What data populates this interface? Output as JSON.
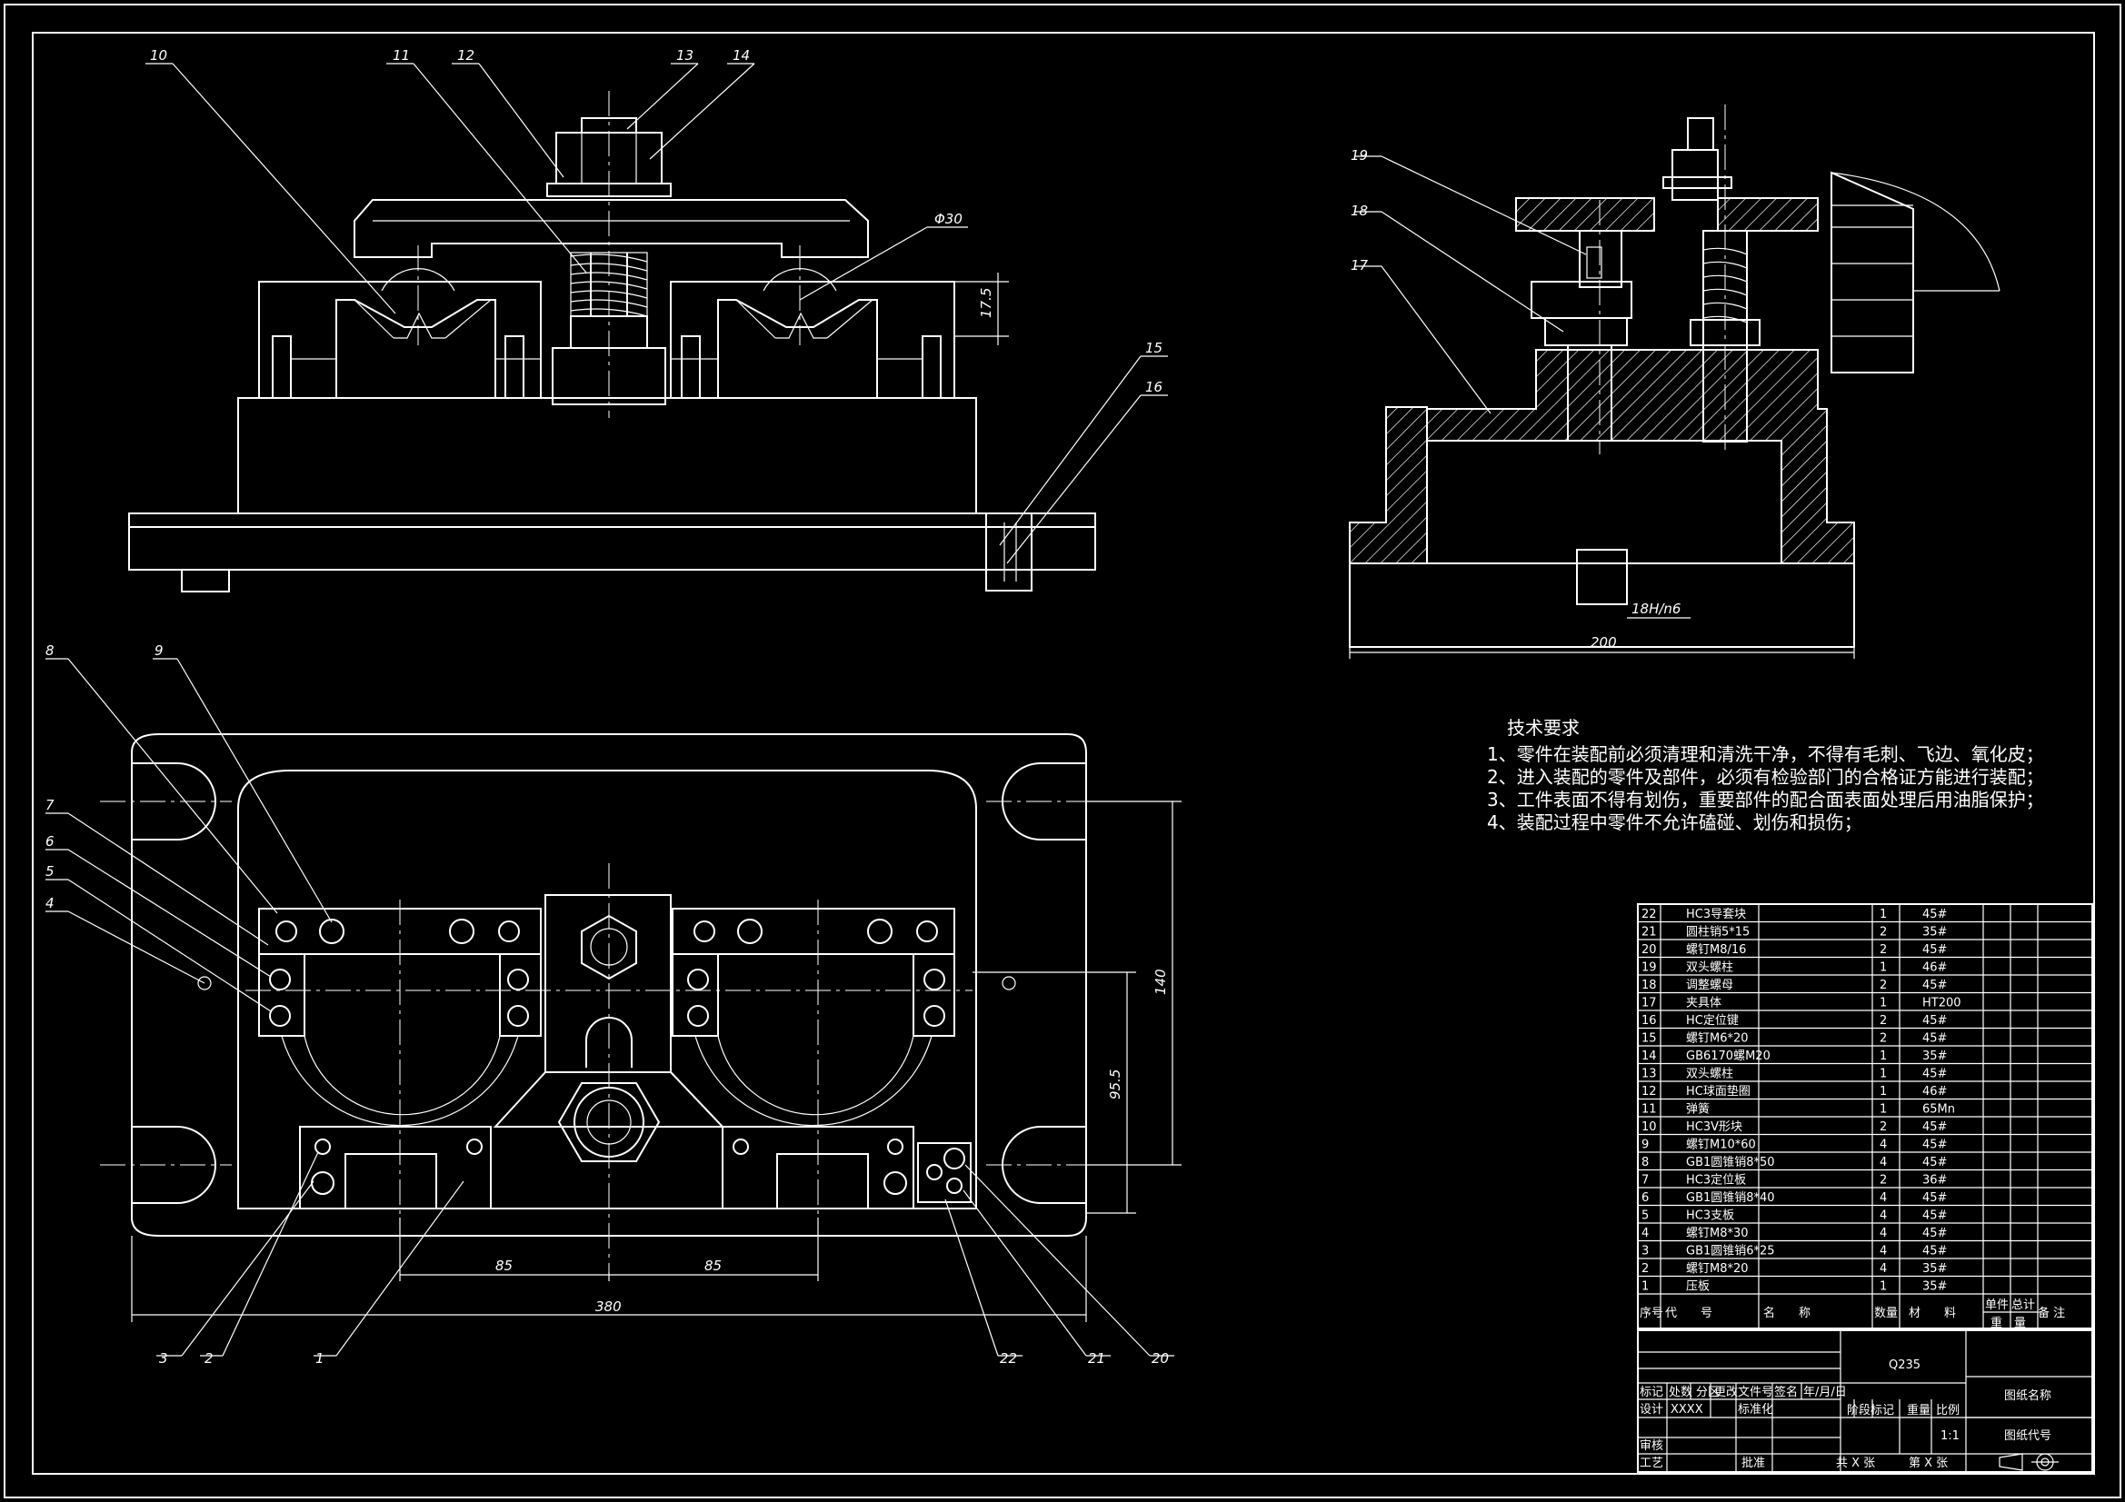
{
  "balloons": [
    {
      "n": "1"
    },
    {
      "n": "2"
    },
    {
      "n": "3"
    },
    {
      "n": "4"
    },
    {
      "n": "5"
    },
    {
      "n": "6"
    },
    {
      "n": "7"
    },
    {
      "n": "8"
    },
    {
      "n": "9"
    },
    {
      "n": "10"
    },
    {
      "n": "11"
    },
    {
      "n": "12"
    },
    {
      "n": "13"
    },
    {
      "n": "14"
    },
    {
      "n": "15"
    },
    {
      "n": "16"
    },
    {
      "n": "17"
    },
    {
      "n": "18"
    },
    {
      "n": "19"
    },
    {
      "n": "20"
    },
    {
      "n": "21"
    },
    {
      "n": "22"
    }
  ],
  "dimensions": {
    "d_phi30": "Φ30",
    "d_17_5": "17.5",
    "d_140": "140",
    "d_95_5": "95.5",
    "d_85a": "85",
    "d_85b": "85",
    "d_380": "380",
    "d_18h": "18H/n6",
    "d_200": "200"
  },
  "requirements": {
    "title": "技术要求",
    "items": [
      "1、零件在装配前必须清理和清洗干净，不得有毛刺、飞边、氧化皮；",
      "2、进入装配的零件及部件，必须有检验部门的合格证方能进行装配；",
      "3、工件表面不得有划伤，重要部件的配合面表面处理后用油脂保护；",
      "4、装配过程中零件不允许磕碰、划伤和损伤；"
    ]
  },
  "bom": {
    "rows": [
      {
        "no": "22",
        "name": "HC3导套块",
        "qty": "1",
        "mat": "45#"
      },
      {
        "no": "21",
        "name": "圆柱销5*15",
        "qty": "2",
        "mat": "35#"
      },
      {
        "no": "20",
        "name": "螺钉M8/16",
        "qty": "2",
        "mat": "45#"
      },
      {
        "no": "19",
        "name": "双头螺柱",
        "qty": "1",
        "mat": "46#"
      },
      {
        "no": "18",
        "name": "调整螺母",
        "qty": "2",
        "mat": "45#"
      },
      {
        "no": "17",
        "name": "夹具体",
        "qty": "1",
        "mat": "HT200"
      },
      {
        "no": "16",
        "name": "HC定位键",
        "qty": "2",
        "mat": "45#"
      },
      {
        "no": "15",
        "name": "螺钉M6*20",
        "qty": "2",
        "mat": "45#"
      },
      {
        "no": "14",
        "name": "GB6170螺M20",
        "qty": "1",
        "mat": "35#"
      },
      {
        "no": "13",
        "name": "双头螺柱",
        "qty": "1",
        "mat": "45#"
      },
      {
        "no": "12",
        "name": "HC球面垫圈",
        "qty": "1",
        "mat": "46#"
      },
      {
        "no": "11",
        "name": "弹簧",
        "qty": "1",
        "mat": "65Mn"
      },
      {
        "no": "10",
        "name": "HC3V形块",
        "qty": "2",
        "mat": "45#"
      },
      {
        "no": "9",
        "name": "螺钉M10*60",
        "qty": "4",
        "mat": "45#"
      },
      {
        "no": "8",
        "name": "GB1圆锥销8*50",
        "qty": "4",
        "mat": "45#"
      },
      {
        "no": "7",
        "name": "HC3定位板",
        "qty": "2",
        "mat": "36#"
      },
      {
        "no": "6",
        "name": "GB1圆锥销8*40",
        "qty": "4",
        "mat": "45#"
      },
      {
        "no": "5",
        "name": "HC3支板",
        "qty": "4",
        "mat": "45#"
      },
      {
        "no": "4",
        "name": "螺钉M8*30",
        "qty": "4",
        "mat": "45#"
      },
      {
        "no": "3",
        "name": "GB1圆锥销6*25",
        "qty": "4",
        "mat": "45#"
      },
      {
        "no": "2",
        "name": "螺钉M8*20",
        "qty": "4",
        "mat": "35#"
      },
      {
        "no": "1",
        "name": "压板",
        "qty": "1",
        "mat": "35#"
      }
    ],
    "header": {
      "no": "序号",
      "code": "代　　号",
      "name": "名　　称",
      "qty": "数量",
      "mat": "材　　料",
      "unit": "单件",
      "total": "总计",
      "weight": "重　量",
      "remark": "备 注"
    }
  },
  "titleblock": {
    "material": "Q235",
    "drawing_name": "图纸名称",
    "drawing_code": "图纸代号",
    "mark": "标记",
    "count": "处数",
    "zone": "分区",
    "docno": "更改文件号",
    "sign": "签名",
    "date": "年/月/日",
    "design": "设计",
    "designer": "XXXX",
    "std": "标准化",
    "stage": "阶段标记",
    "weight": "重量",
    "scale_lbl": "比例",
    "scale": "1:1",
    "review": "审核",
    "process": "工艺",
    "approve": "批准",
    "sheets": "共 X 张",
    "sheet": "第 X 张"
  }
}
